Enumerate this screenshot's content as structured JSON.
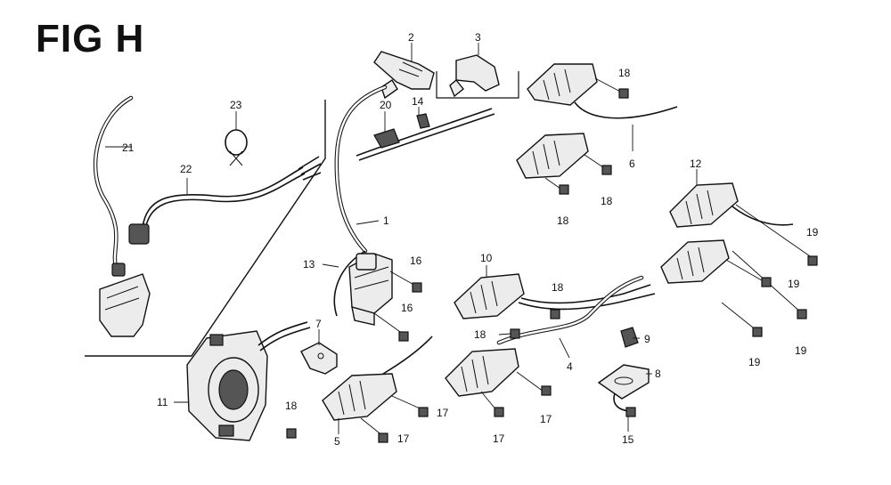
{
  "figure": {
    "title": "FIG H"
  },
  "callouts": [
    {
      "id": "c1",
      "text": "1"
    },
    {
      "id": "c2",
      "text": "2"
    },
    {
      "id": "c3",
      "text": "3"
    },
    {
      "id": "c4",
      "text": "4"
    },
    {
      "id": "c5",
      "text": "5"
    },
    {
      "id": "c6",
      "text": "6"
    },
    {
      "id": "c7",
      "text": "7"
    },
    {
      "id": "c8",
      "text": "8"
    },
    {
      "id": "c9",
      "text": "9"
    },
    {
      "id": "c10",
      "text": "10"
    },
    {
      "id": "c11",
      "text": "11"
    },
    {
      "id": "c12",
      "text": "12"
    },
    {
      "id": "c13",
      "text": "13"
    },
    {
      "id": "c14",
      "text": "14"
    },
    {
      "id": "c15",
      "text": "15"
    },
    {
      "id": "c16a",
      "text": "16"
    },
    {
      "id": "c16b",
      "text": "16"
    },
    {
      "id": "c17a",
      "text": "17"
    },
    {
      "id": "c17b",
      "text": "17"
    },
    {
      "id": "c17c",
      "text": "17"
    },
    {
      "id": "c17d",
      "text": "17"
    },
    {
      "id": "c18a",
      "text": "18"
    },
    {
      "id": "c18b",
      "text": "18"
    },
    {
      "id": "c18c",
      "text": "18"
    },
    {
      "id": "c18d",
      "text": "18"
    },
    {
      "id": "c18e",
      "text": "18"
    },
    {
      "id": "c18f",
      "text": "18"
    },
    {
      "id": "c19a",
      "text": "19"
    },
    {
      "id": "c19b",
      "text": "19"
    },
    {
      "id": "c19c",
      "text": "19"
    },
    {
      "id": "c19d",
      "text": "19"
    },
    {
      "id": "c20",
      "text": "20"
    },
    {
      "id": "c21",
      "text": "21"
    },
    {
      "id": "c22",
      "text": "22"
    },
    {
      "id": "c23",
      "text": "23"
    }
  ]
}
